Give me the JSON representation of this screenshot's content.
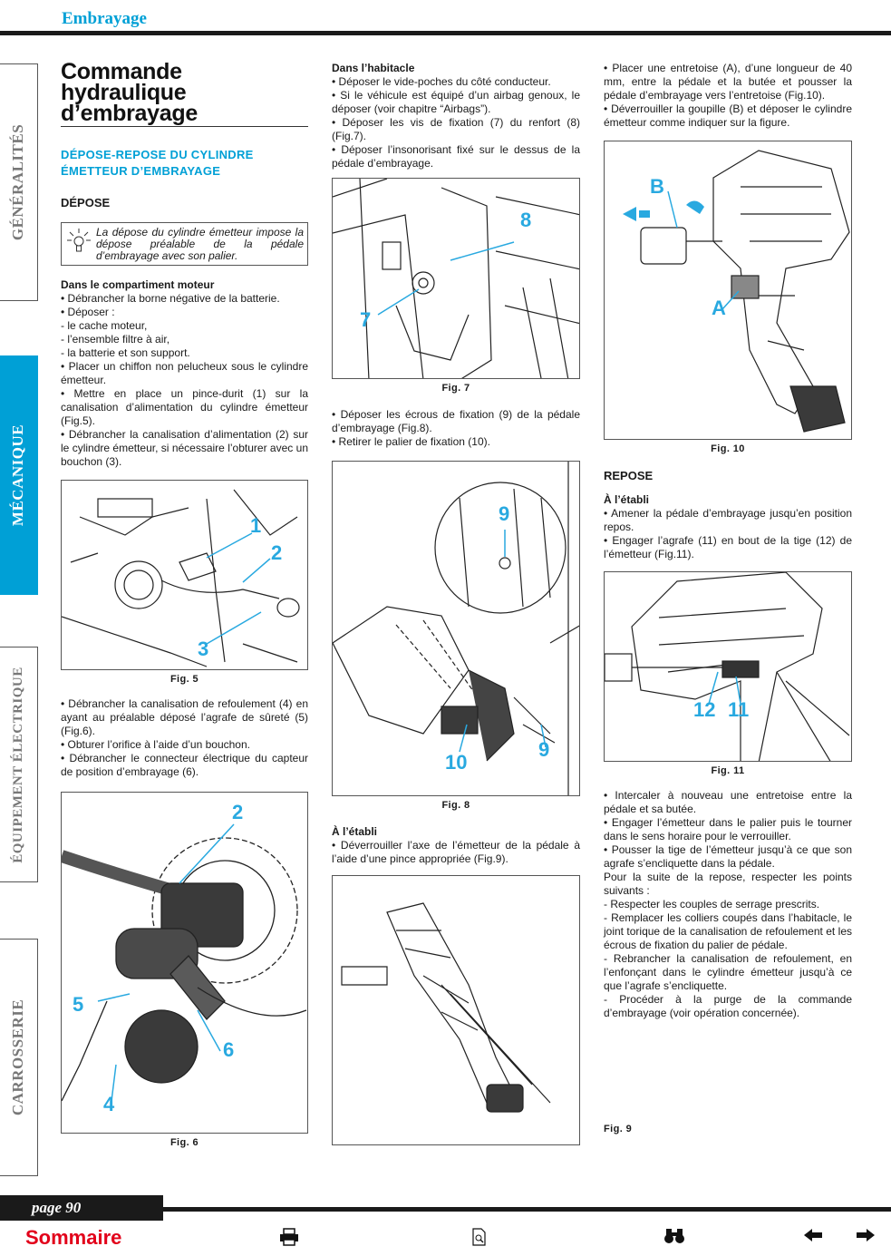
{
  "header": {
    "section": "Embrayage"
  },
  "tabs": [
    {
      "label": "GÉNÉRALITÉS"
    },
    {
      "label": "MÉCANIQUE"
    },
    {
      "label": "ÉQUIPEMENT ÉLECTRIQUE"
    },
    {
      "label": "CARROSSERIE"
    }
  ],
  "col1": {
    "title_l1": "Commande",
    "title_l2": "hydraulique",
    "title_l3": "d’embrayage",
    "section_l1": "DÉPOSE-REPOSE DU CYLINDRE",
    "section_l2": "ÉMETTEUR D’EMBRAYAGE",
    "depose": "DÉPOSE",
    "note": "La dépose du cylindre émetteur impose la dépose préalable de la pédale d’embrayage avec son palier.",
    "moteur_h": "Dans le compartiment moteur",
    "moteur_lines": [
      "• Débrancher la borne négative de la batterie.",
      "• Déposer :",
      "- le cache moteur,",
      "- l’ensemble filtre à air,",
      "- la batterie et son support.",
      "• Placer un chiffon non pelucheux sous le cylindre émetteur.",
      "• Mettre en place un pince-durit (1) sur la canalisation d’alimentation du cylindre émetteur (Fig.5).",
      "• Débrancher la canalisation d’alimentation (2) sur le cylindre émetteur, si nécessaire l’obturer avec un bouchon (3)."
    ],
    "fig5_cap": "Fig. 5",
    "fig5_labels": [
      "1",
      "2",
      "3"
    ],
    "after5": [
      "• Débrancher la canalisation de refoulement (4) en ayant au préalable déposé l’agrafe de sûreté (5) (Fig.6).",
      "• Obturer l’orifice à l’aide d’un bouchon.",
      "• Débrancher le connecteur électrique du capteur de position d’embrayage (6)."
    ],
    "fig6_cap": "Fig. 6",
    "fig6_labels": [
      "2",
      "5",
      "6",
      "4"
    ]
  },
  "col2": {
    "habitacle_h": "Dans l’habitacle",
    "habitacle_lines": [
      "• Déposer le vide-poches du côté conducteur.",
      "• Si le véhicule est équipé d’un airbag genoux, le déposer (voir chapitre “Airbags”).",
      "• Déposer les vis de fixation (7) du renfort (8) (Fig.7).",
      "• Déposer l’insonorisant fixé sur le dessus de la pédale d’embrayage."
    ],
    "fig7_cap": "Fig. 7",
    "fig7_labels": [
      "8",
      "7"
    ],
    "after7": [
      "• Déposer les écrous de fixation (9) de la pédale d’embrayage (Fig.8).",
      "• Retirer le palier de fixation (10)."
    ],
    "fig8_cap": "Fig. 8",
    "fig8_labels": [
      "9",
      "10",
      "9"
    ],
    "etabli_h": "À l’établi",
    "etabli_lines": [
      "• Déverrouiller l’axe de l’émetteur de la pédale à l’aide d’une pince appropriée (Fig.9)."
    ],
    "fig9_cap": "Fig. 9"
  },
  "col3": {
    "lines_top": [
      "• Placer une entretoise (A), d’une longueur de 40 mm, entre la pédale et la butée et pousser la pédale d’embrayage vers l’entretoise (Fig.10).",
      "• Déverrouiller la goupille (B) et déposer le cylindre émetteur comme indiquer sur la figure."
    ],
    "fig10_cap": "Fig. 10",
    "fig10_labels": [
      "B",
      "A"
    ],
    "repose": "REPOSE",
    "etabli_h": "À l’établi",
    "etabli_lines": [
      "• Amener la pédale d’embrayage jusqu’en position repos.",
      "• Engager l’agrafe (11) en bout de la tige (12) de l’émetteur (Fig.11)."
    ],
    "fig11_cap": "Fig. 11",
    "fig11_labels": [
      "12",
      "11"
    ],
    "final_lines": [
      "• Intercaler à nouveau une entretoise entre la pédale et sa butée.",
      "• Engager l’émetteur dans le palier puis le tourner dans le sens horaire pour le verrouiller.",
      "• Pousser la tige de l’émetteur jusqu’à ce que son agrafe s’encliquette dans la pédale.",
      "Pour la suite de la repose, respecter les points suivants :",
      "- Respecter les couples de serrage prescrits.",
      "- Remplacer les colliers coupés dans l’habitacle, le joint torique de la canalisation de refoulement et les écrous de fixation du palier de pédale.",
      "- Rebrancher la canalisation de refoulement, en l’enfonçant dans le cylindre émetteur jusqu’à ce que l’agrafe s’encliquette.",
      "- Procéder à la purge de la commande d’embrayage (voir opération concernée)."
    ]
  },
  "footer": {
    "page": "page 90",
    "sommaire": "Sommaire"
  },
  "colors": {
    "accent": "#00a0d6",
    "callout": "#29a9e0",
    "link": "#e2001a"
  }
}
